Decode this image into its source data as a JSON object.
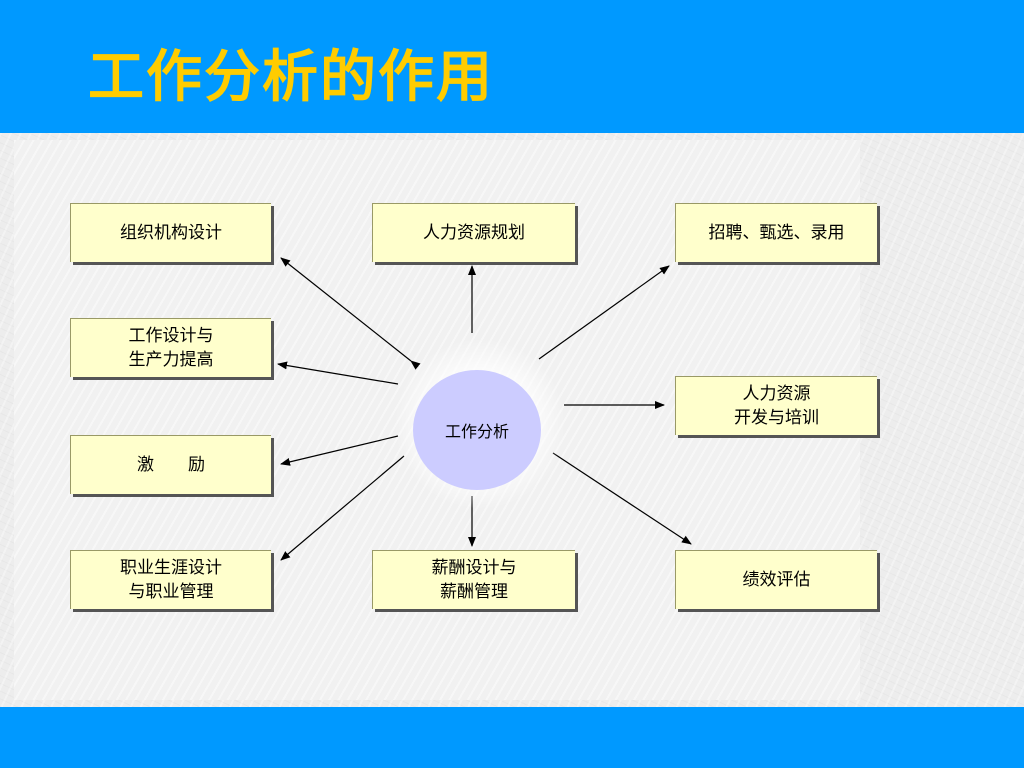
{
  "slide": {
    "title": "工作分析的作用",
    "header_color": "#0099ff",
    "title_color": "#ffcc00",
    "footer_color": "#0099ff"
  },
  "diagram": {
    "center": {
      "label": "工作分析",
      "fill": "#ccccff"
    },
    "box_fill": "#ffffcc",
    "nodes": [
      {
        "id": "org-design",
        "label": "组织机构设计"
      },
      {
        "id": "hr-planning",
        "label": "人力资源规划"
      },
      {
        "id": "recruit",
        "label": "招聘、甄选、录用"
      },
      {
        "id": "job-design",
        "label": "工作设计与\n生产力提高"
      },
      {
        "id": "hr-dev",
        "label": "人力资源\n开发与培训"
      },
      {
        "id": "incentive",
        "label": "激　　励"
      },
      {
        "id": "career",
        "label": "职业生涯设计\n与职业管理"
      },
      {
        "id": "compensation",
        "label": "薪酬设计与\n薪酬管理"
      },
      {
        "id": "performance",
        "label": "绩效评估"
      }
    ]
  }
}
